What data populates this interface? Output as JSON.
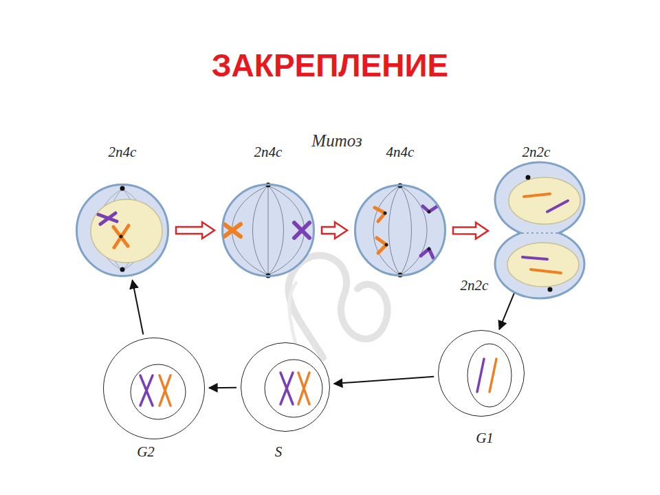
{
  "diagram": {
    "title": "ЗАКРЕПЛЕНИЕ",
    "nodes": [
      {
        "text": [
          "2n4c"
        ]
      },
      {
        "text": [
          "2n4c"
        ]
      },
      {
        "text": [
          "4n4c"
        ]
      },
      {
        "text": [
          "2n2c",
          "2n2c"
        ]
      },
      {
        "text": [
          "G2"
        ]
      },
      {
        "text": [
          "S"
        ]
      },
      {
        "text": [
          "G1"
        ]
      }
    ],
    "edges": [
      {
        "from": 0,
        "to": 1,
        "arrow": "to"
      },
      {
        "from": 1,
        "to": 2,
        "arrow": "to"
      },
      {
        "from": 2,
        "to": 3,
        "arrow": "to"
      },
      {
        "from": 3,
        "to": 6,
        "arrow": "to"
      },
      {
        "from": 6,
        "to": 5,
        "arrow": "to"
      },
      {
        "from": 5,
        "to": 4,
        "arrow": "to"
      },
      {
        "from": 4,
        "to": 0,
        "arrow": "to"
      }
    ],
    "labels": [
      "Митоз"
    ]
  }
}
